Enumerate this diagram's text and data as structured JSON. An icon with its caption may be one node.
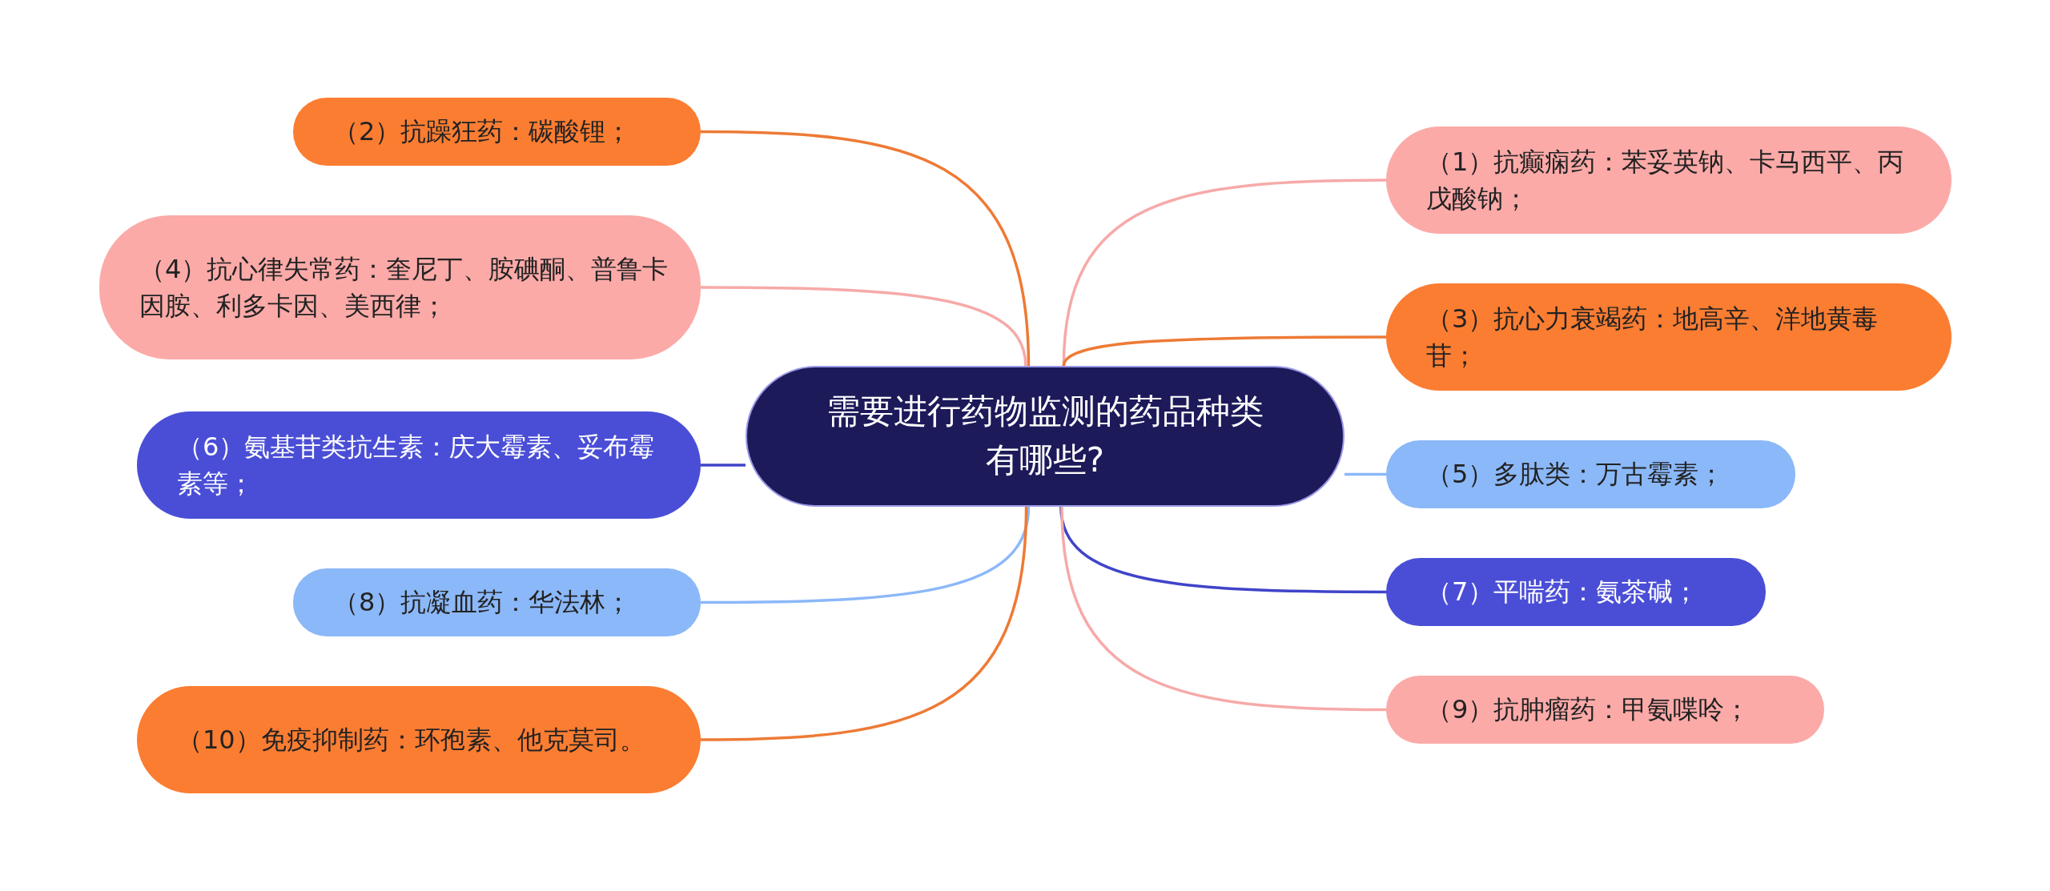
{
  "diagram": {
    "nodes": [
      {
        "text": [
          "需要进行药物监测的药品种类有哪些?"
        ]
      },
      {
        "text": [
          "（1）抗癫痫药：苯妥英钠、卡马西平、丙戊酸钠；"
        ]
      },
      {
        "text": [
          "（2）抗躁狂药：碳酸锂；"
        ]
      },
      {
        "text": [
          "（3）抗心力衰竭药：地高辛、洋地黄毒苷；"
        ]
      },
      {
        "text": [
          "（4）抗心律失常药：奎尼丁、胺碘酮、普鲁卡因胺、利多卡因、美西律；"
        ]
      },
      {
        "text": [
          "（5）多肽类：万古霉素；"
        ]
      },
      {
        "text": [
          "（6）氨基苷类抗生素：庆大霉素、妥布霉素等；"
        ]
      },
      {
        "text": [
          "（7）平喘药：氨茶碱；"
        ]
      },
      {
        "text": [
          "（8）抗凝血药：华法林；"
        ]
      },
      {
        "text": [
          "（9）抗肿瘤药：甲氨喋呤；"
        ]
      },
      {
        "text": [
          "（10）免疫抑制药：环孢素、他克莫司。"
        ]
      }
    ],
    "edges": [
      {
        "from": 0,
        "to": 1,
        "arrow": "none",
        "color": "#f6aaa8"
      },
      {
        "from": 0,
        "to": 2,
        "arrow": "none",
        "color": "#ee7a35"
      },
      {
        "from": 0,
        "to": 3,
        "arrow": "none",
        "color": "#ee7a35"
      },
      {
        "from": 0,
        "to": 4,
        "arrow": "none",
        "color": "#f6aaa8"
      },
      {
        "from": 0,
        "to": 5,
        "arrow": "none",
        "color": "#8bb8f8"
      },
      {
        "from": 0,
        "to": 6,
        "arrow": "none",
        "color": "#3f44c8"
      },
      {
        "from": 0,
        "to": 7,
        "arrow": "none",
        "color": "#3f44c8"
      },
      {
        "from": 0,
        "to": 8,
        "arrow": "none",
        "color": "#8bb8f8"
      },
      {
        "from": 0,
        "to": 9,
        "arrow": "none",
        "color": "#f6aaa8"
      },
      {
        "from": 0,
        "to": 10,
        "arrow": "none",
        "color": "#ee7a35"
      }
    ]
  }
}
